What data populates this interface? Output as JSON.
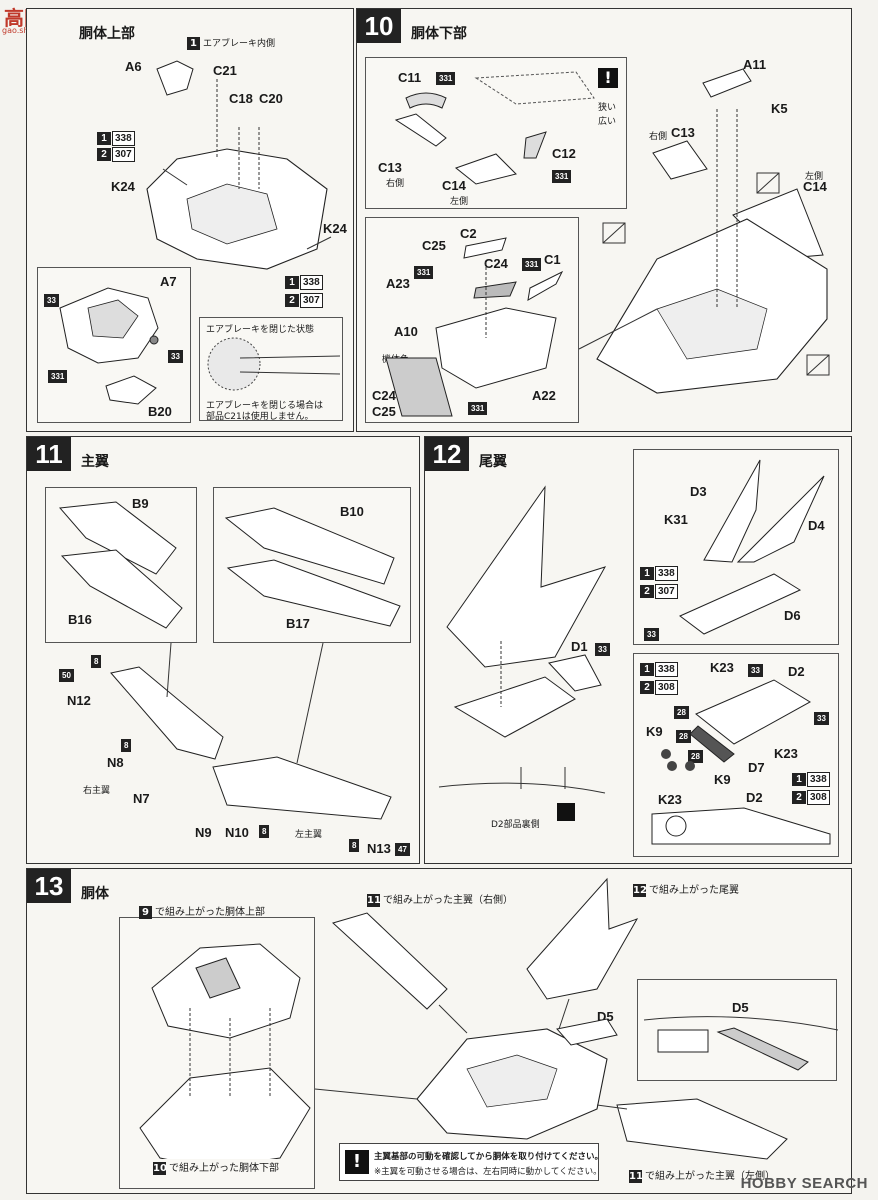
{
  "watermark": {
    "site": "高网",
    "url": "gao.shan.com",
    "bottom": "HOBBY SEARCH"
  },
  "step9": {
    "title": "胴体上部",
    "note_airbrake_inner": "エアブレーキ内側",
    "labels": [
      "A6",
      "C21",
      "C18",
      "C20",
      "K24",
      "K24",
      "A7",
      "B20"
    ],
    "paint": [
      "338",
      "307",
      "338",
      "307"
    ],
    "small_nums": [
      "33",
      "331",
      "33"
    ],
    "airbrake_title": "エアブレーキを閉じた状態",
    "airbrake_note1": "エアブレーキを閉じる場合は",
    "airbrake_note2": "部品C21は使用しません。"
  },
  "step10": {
    "num": "10",
    "title": "胴体下部",
    "labels": [
      "C11",
      "C13",
      "C12",
      "C14",
      "A11",
      "K5",
      "C13",
      "C14",
      "C25",
      "C2",
      "C24",
      "C1",
      "A23",
      "A10",
      "C24",
      "C25",
      "A22"
    ],
    "sides": {
      "right": "右側",
      "left": "左側",
      "right2": "右側",
      "left2": "左側"
    },
    "narrow": "狭い",
    "wide": "広い",
    "body_color": "機体色",
    "nums": [
      "331",
      "331",
      "331",
      "331",
      "331"
    ]
  },
  "step11": {
    "num": "11",
    "title": "主翼",
    "labels": [
      "B9",
      "B16",
      "B10",
      "B17",
      "N12",
      "N8",
      "N7",
      "N9",
      "N10",
      "N13"
    ],
    "right_wing": "右主翼",
    "left_wing": "左主翼",
    "nums": [
      "50",
      "8",
      "8",
      "8",
      "8",
      "47"
    ]
  },
  "step12": {
    "num": "12",
    "title": "尾翼",
    "labels": [
      "D1",
      "D3",
      "D4",
      "K31",
      "D6",
      "K23",
      "D2",
      "K9",
      "D7",
      "K9",
      "K23",
      "K23",
      "D2"
    ],
    "d2_back": "D2部品裏側",
    "paint": [
      "338",
      "307",
      "338",
      "308",
      "338",
      "308"
    ],
    "nums": [
      "33",
      "33",
      "33",
      "33",
      "28",
      "28",
      "28"
    ]
  },
  "step13": {
    "num": "13",
    "title": "胴体",
    "ref9": {
      "n": "9",
      "text": "で組み上がった胴体上部"
    },
    "ref10": {
      "n": "10",
      "text": "で組み上がった胴体下部"
    },
    "ref11r": {
      "n": "11",
      "text": "で組み上がった主翼（右側）"
    },
    "ref11l": {
      "n": "11",
      "text": "で組み上がった主翼（左側）"
    },
    "ref12": {
      "n": "12",
      "text": "で組み上がった尾翼"
    },
    "labels": [
      "D5",
      "D5"
    ],
    "warn1": "主翼基部の可動を確認してから胴体を取り付けてください。",
    "warn2": "※主翼を可動させる場合は、左右同時に動かしてください。"
  }
}
